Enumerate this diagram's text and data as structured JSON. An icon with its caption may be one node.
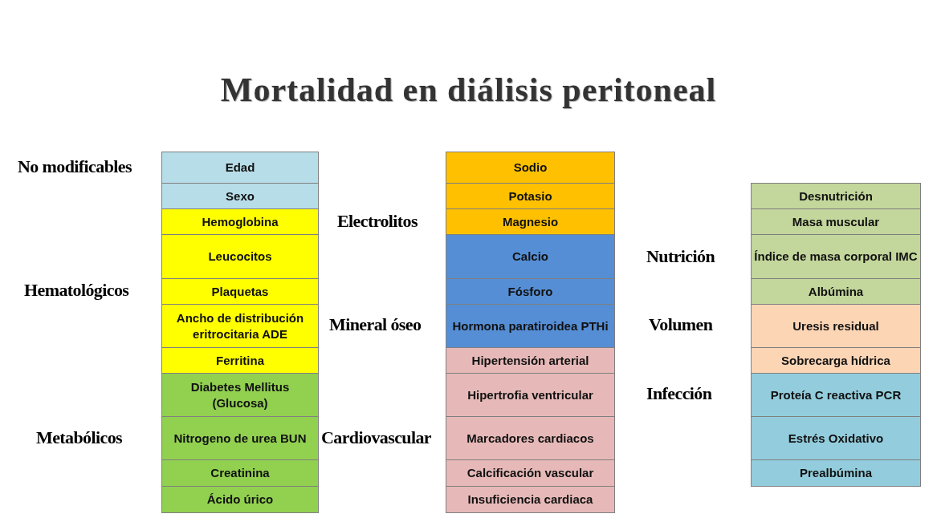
{
  "diagram": {
    "title": "Mortalidad en diálisis peritoneal",
    "nodes": [
      {
        "text": [
          "Edad"
        ]
      },
      {
        "text": [
          "Sexo"
        ]
      },
      {
        "text": [
          "Hemoglobina"
        ]
      },
      {
        "text": [
          "Leucocitos"
        ]
      },
      {
        "text": [
          "Plaquetas"
        ]
      },
      {
        "text": [
          "Ancho de distribución eritrocitaria ADE"
        ]
      },
      {
        "text": [
          "Ferritina"
        ]
      },
      {
        "text": [
          "Diabetes Mellitus (Glucosa)"
        ]
      },
      {
        "text": [
          "Nitrogeno de urea BUN"
        ]
      },
      {
        "text": [
          "Creatinina"
        ]
      },
      {
        "text": [
          "Ácido úrico"
        ]
      },
      {
        "text": [
          "Sodio"
        ]
      },
      {
        "text": [
          "Potasio"
        ]
      },
      {
        "text": [
          "Magnesio"
        ]
      },
      {
        "text": [
          "Calcio"
        ]
      },
      {
        "text": [
          "Fósforo"
        ]
      },
      {
        "text": [
          "Hormona paratiroidea PTHi"
        ]
      },
      {
        "text": [
          "Hipertensión arterial"
        ]
      },
      {
        "text": [
          "Hipertrofia ventricular"
        ]
      },
      {
        "text": [
          "Marcadores cardiacos"
        ]
      },
      {
        "text": [
          "Calcificación vascular"
        ]
      },
      {
        "text": [
          "Insuficiencia cardiaca"
        ]
      },
      {
        "text": [
          "Desnutrición"
        ]
      },
      {
        "text": [
          "Masa muscular"
        ]
      },
      {
        "text": [
          "Índice de masa corporal IMC"
        ]
      },
      {
        "text": [
          "Albúmina"
        ]
      },
      {
        "text": [
          "Uresis residual"
        ]
      },
      {
        "text": [
          "Sobrecarga hídrica"
        ]
      },
      {
        "text": [
          "Proteía C reactiva PCR"
        ]
      },
      {
        "text": [
          "Estrés Oxidativo"
        ]
      },
      {
        "text": [
          "Prealbúmina"
        ]
      }
    ],
    "labels": [
      "No modificables",
      "Hematológicos",
      "Metabólicos",
      "Electrolitos",
      "Mineral óseo",
      "Cardiovascular",
      "Nutrición",
      "Volumen",
      "Infección"
    ]
  }
}
